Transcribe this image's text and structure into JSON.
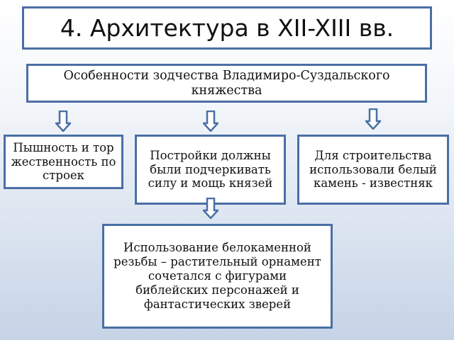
{
  "title": "4. Архитектура в XII-XIII вв.",
  "subtitle": "Особенности зодчества Владимиро-Суздальского княжества",
  "features": {
    "left": "Пышность и торжественность построек",
    "middle": "Постройки должны были подчеркивать силу и мощь князей",
    "right": "Для строительства использовали белый камень - известняк"
  },
  "conclusion": "Использование белокаменной резьбы – растительный орнамент сочетался с фигурами библейских персонажей и фантастических зверей",
  "colors": {
    "box_border": "#4a6fa5",
    "arrow_fill": "#ffffff",
    "arrow_stroke": "#4a6fa5"
  }
}
